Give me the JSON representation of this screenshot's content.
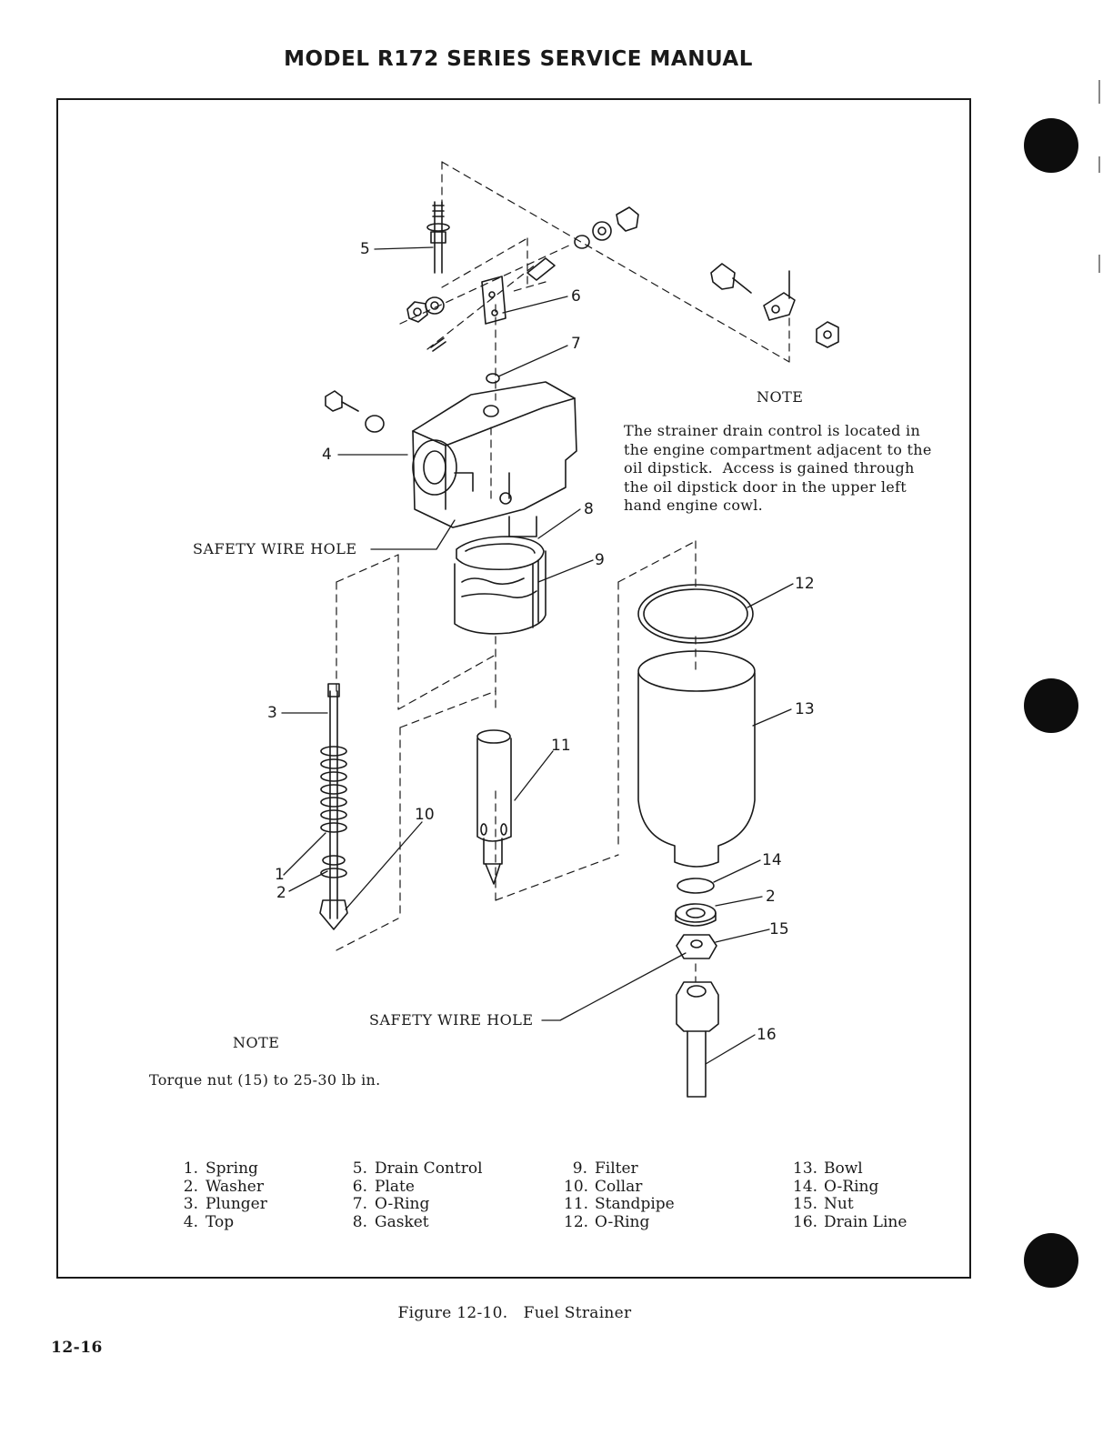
{
  "header": {
    "title": "MODEL R172 SERIES SERVICE MANUAL"
  },
  "figure": {
    "note_top": {
      "title": "NOTE",
      "lines": [
        "The strainer drain control is located in",
        "the engine compartment adjacent to the",
        "oil dipstick.  Access is gained through",
        "the oil dipstick door in the upper left",
        "hand engine cowl."
      ]
    },
    "note_bottom": {
      "title": "NOTE",
      "text": "Torque nut (15) to 25-30 lb in."
    },
    "safety_wire_hole_1": "SAFETY WIRE HOLE",
    "safety_wire_hole_2": "SAFETY WIRE HOLE",
    "callouts": {
      "c1": "1",
      "c2a": "2",
      "c2b": "2",
      "c3": "3",
      "c4": "4",
      "c5": "5",
      "c6": "6",
      "c7": "7",
      "c8": "8",
      "c9": "9",
      "c10": "10",
      "c11": "11",
      "c12": "12",
      "c13": "13",
      "c14": "14",
      "c15": "15",
      "c16": "16"
    }
  },
  "legend": [
    {
      "num": "1.",
      "name": "Spring"
    },
    {
      "num": "2.",
      "name": "Washer"
    },
    {
      "num": "3.",
      "name": "Plunger"
    },
    {
      "num": "4.",
      "name": "Top"
    },
    {
      "num": "5.",
      "name": "Drain Control"
    },
    {
      "num": "6.",
      "name": "Plate"
    },
    {
      "num": "7.",
      "name": "O-Ring"
    },
    {
      "num": "8.",
      "name": "Gasket"
    },
    {
      "num": "9.",
      "name": "Filter"
    },
    {
      "num": "10.",
      "name": "Collar"
    },
    {
      "num": "11.",
      "name": "Standpipe"
    },
    {
      "num": "12.",
      "name": "O-Ring"
    },
    {
      "num": "13.",
      "name": "Bowl"
    },
    {
      "num": "14.",
      "name": "O-Ring"
    },
    {
      "num": "15.",
      "name": "Nut"
    },
    {
      "num": "16.",
      "name": "Drain Line"
    }
  ],
  "caption": "Figure 12-10.   Fuel Strainer",
  "page_number": "12-16"
}
